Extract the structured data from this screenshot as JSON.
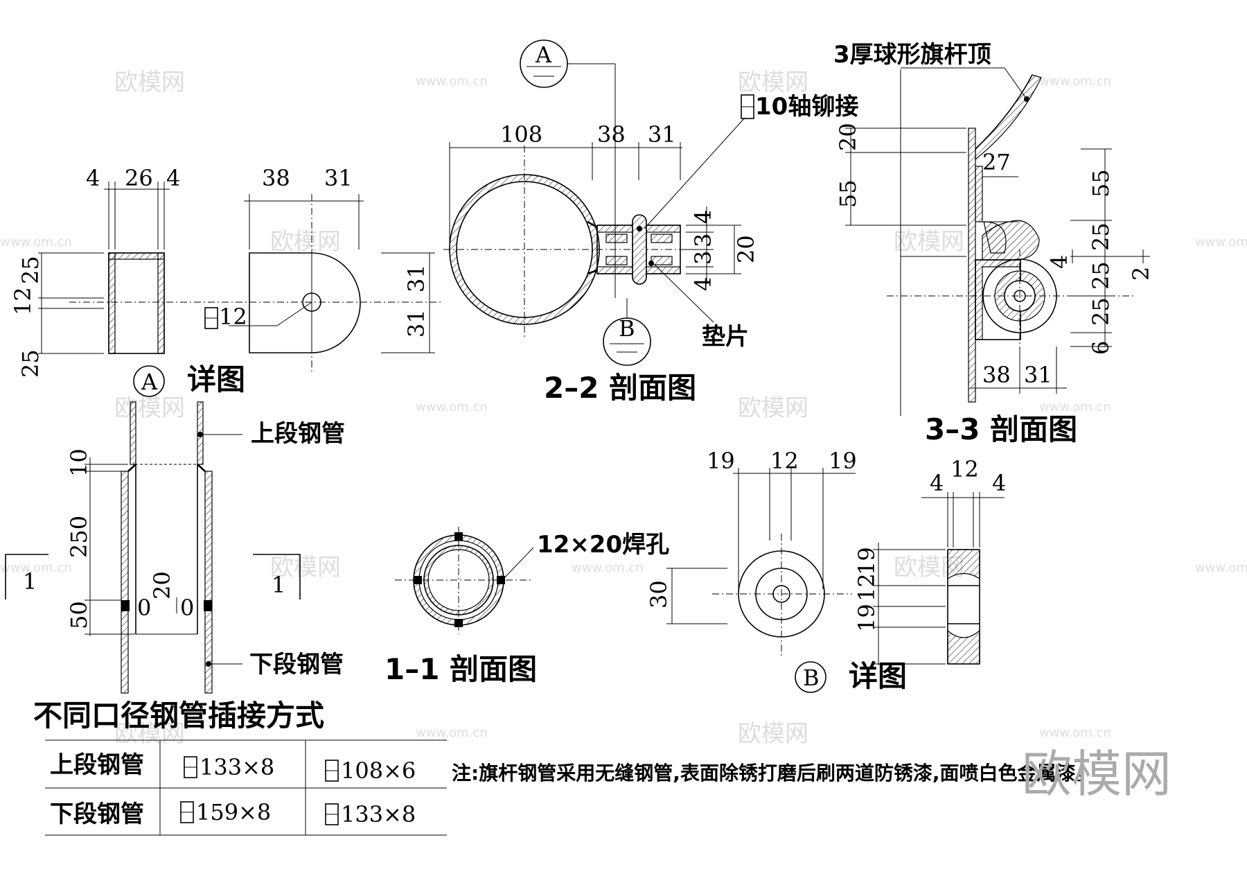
{
  "detail_a": {
    "dims_top": [
      "4",
      "26",
      "4",
      "38",
      "31"
    ],
    "dims_left": [
      "25",
      "12",
      "25"
    ],
    "dims_right": [
      "31",
      "31"
    ],
    "pin_note": "12",
    "marker": "A",
    "title": "详图"
  },
  "section_2_2": {
    "marker_top": "A",
    "marker_bottom": "B",
    "dims_top": [
      "108",
      "38",
      "31"
    ],
    "dims_right": [
      "4",
      "3",
      "3",
      "4",
      "20"
    ],
    "rivet_note": "10轴铆接",
    "washer_note": "垫片",
    "title": "2–2 剖面图"
  },
  "section_3_3": {
    "top_note": "3厚球形旗杆顶",
    "dims_left": [
      "20",
      "55"
    ],
    "dim_inner": "27",
    "dims_right": [
      "55",
      "25",
      "25",
      "25",
      "6"
    ],
    "dim_4": "4",
    "dim_2": "2",
    "dims_bottom": [
      "38",
      "31"
    ],
    "title": "3–3 剖面图"
  },
  "pipe_joint": {
    "upper_label": "上段钢管",
    "lower_label": "下段钢管",
    "dims_left": [
      "10",
      "250",
      "50"
    ],
    "dim_20": "20",
    "dim_0a": "0",
    "dim_0b": "0",
    "section_left": "1",
    "section_right": "1"
  },
  "section_1_1": {
    "hole_note": "12×20焊孔",
    "title": "1–1 剖面图"
  },
  "detail_b": {
    "dims_top": [
      "19",
      "12",
      "19"
    ],
    "dims_top_right": [
      "4",
      "12",
      "4"
    ],
    "dim_left": "30",
    "dims_right": [
      "19",
      "12",
      "19"
    ],
    "marker": "B",
    "title": "详图"
  },
  "table": {
    "title": "不同口径钢管插接方式",
    "rows": [
      {
        "label": "上段钢管",
        "col1": "133×8",
        "col2": "108×6"
      },
      {
        "label": "下段钢管",
        "col1": "159×8",
        "col2": "133×8"
      }
    ]
  },
  "note": "注:旗杆钢管采用无缝钢管,表面除锈打磨后刷两道防锈漆,面喷白色金属漆。",
  "watermark": {
    "logo": "欧模网",
    "url": "www.om.cn",
    "brand": "欧模网"
  }
}
